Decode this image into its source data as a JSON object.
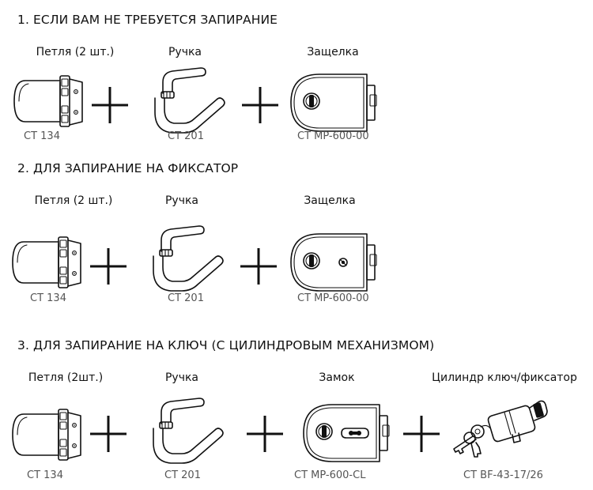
{
  "sections": [
    {
      "title": "1. ЕСЛИ ВАМ НЕ ТРЕБУЕТСЯ ЗАПИРАНИЕ",
      "items": [
        {
          "label": "Петля (2 шт.)",
          "code": "CT 134"
        },
        {
          "label": "Ручка",
          "code": "CT 201"
        },
        {
          "label": "Защелка",
          "code": "CT MP-600-00"
        }
      ]
    },
    {
      "title": "2. ДЛЯ ЗАПИРАНИЕ НА ФИКСАТОР",
      "items": [
        {
          "label": "Петля (2 шт.)",
          "code": "CT 134"
        },
        {
          "label": "Ручка",
          "code": "CT 201"
        },
        {
          "label": "Защелка",
          "code": "CT MP-600-00"
        }
      ]
    },
    {
      "title": "3. ДЛЯ ЗАПИРАНИЕ НА КЛЮЧ (С ЦИЛИНДРОВЫМ МЕХАНИЗМОМ)",
      "items": [
        {
          "label": "Петля (2шт.)",
          "code": "CT 134"
        },
        {
          "label": "Ручка",
          "code": "CT 201"
        },
        {
          "label": "Замок",
          "code": "CT MP-600-CL"
        },
        {
          "label": "Цилиндр ключ/фиксатор",
          "code": "CT BF-43-17/26"
        }
      ]
    }
  ],
  "icons": [
    "hinge-icon",
    "handle-icon",
    "latch-icon",
    "latch-with-thumbturn-icon",
    "lock-icon",
    "cylinder-with-keys-icon",
    "plus-icon"
  ]
}
